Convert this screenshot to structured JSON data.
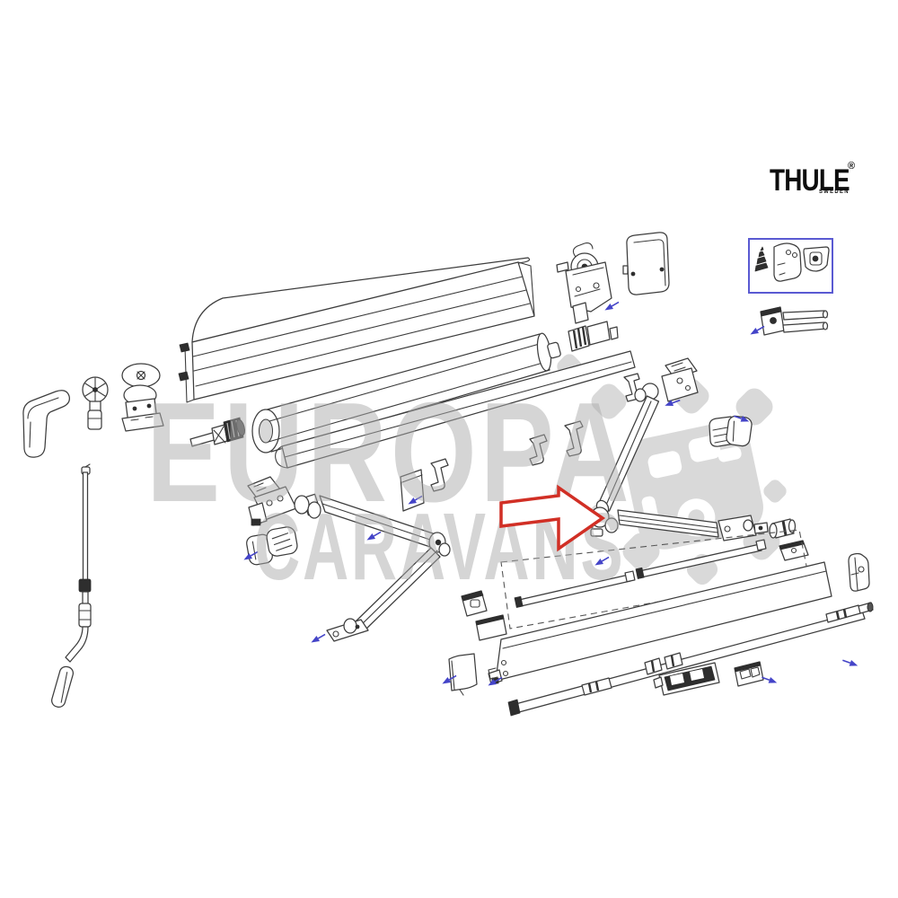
{
  "brand": {
    "name": "THULE",
    "registered": "®",
    "subtext": "SWEDEN"
  },
  "watermark": {
    "line1": "EUROPA",
    "line2": "CARAVANS",
    "color": "#d6d6d6",
    "mark": "europa-caravans-caravan-logo"
  },
  "callout": {
    "shape": "arrow-right",
    "border_color": "#d12f25",
    "fill": "#ffffff",
    "points_to": "spring-arm-elbow-joint"
  },
  "inset_box": {
    "border_color": "#5a5ad2",
    "items": [
      "screw",
      "mounting-plate",
      "end-cap"
    ]
  },
  "diagram": {
    "type": "exploded-parts-view",
    "subject": "Thule awning",
    "line_color": "#3d3d3d",
    "marker_color": "#4444c8",
    "parts": [
      "wall-end-cap",
      "tension-knob",
      "mounting-bracket",
      "cassette-profile",
      "roller-tube",
      "awning-fabric",
      "spigot-axle",
      "spring-gear-unit",
      "cassette-end-cap",
      "adapter-bushing",
      "crank-handle",
      "fabric-clamp",
      "left-spring-arm",
      "right-spring-arm",
      "arm-cover",
      "elbow-joint",
      "arm-foot",
      "tension-rafter-rod",
      "lead-rail",
      "support-rail",
      "lead-rail-end-cap",
      "latch-assembly",
      "pin-bracket"
    ]
  }
}
